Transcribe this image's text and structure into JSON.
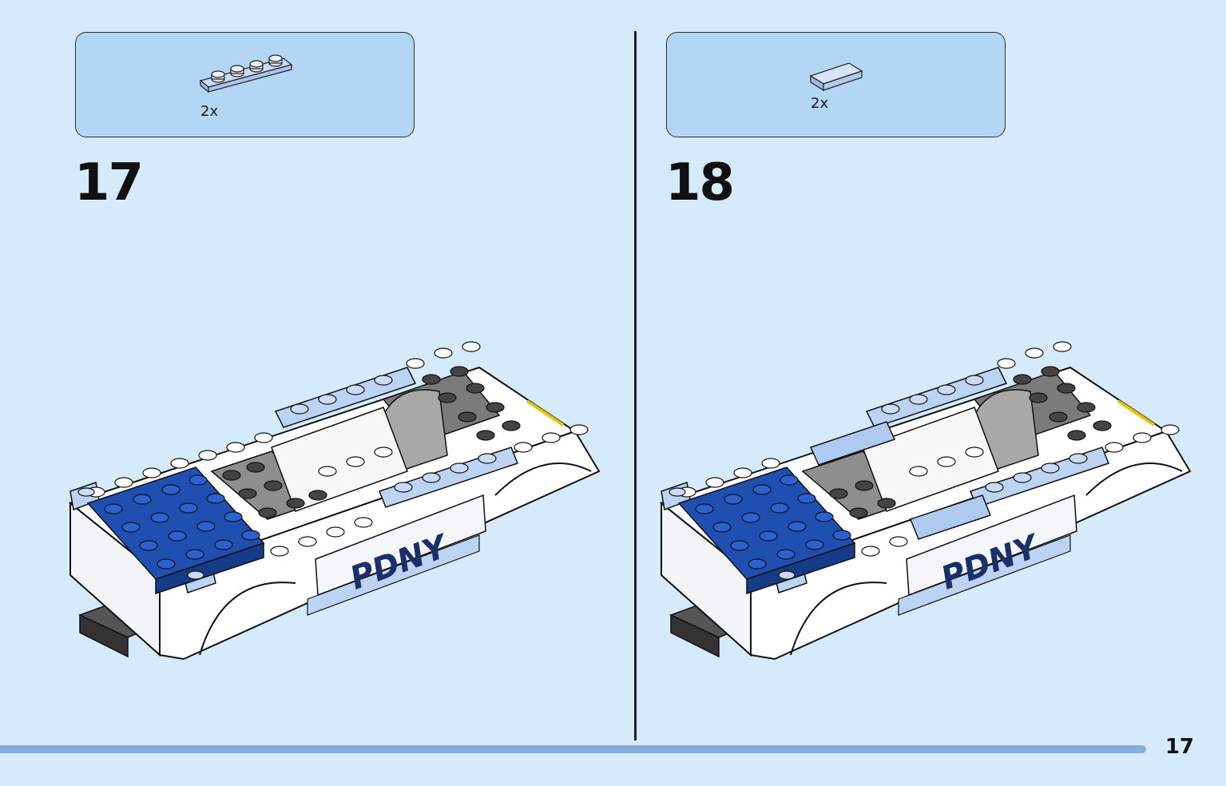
{
  "steps": [
    {
      "number": "17",
      "part_qty": "2x",
      "part_icon": "plate-1x4-icon",
      "part_color": "#bcd3f3"
    },
    {
      "number": "18",
      "part_qty": "2x",
      "part_icon": "tile-1x2-icon",
      "part_color": "#bcd3f3"
    }
  ],
  "model_label": "PDNY",
  "page_number": "17",
  "colors": {
    "background": "#d5ebfb",
    "parts_box": "#b3d6f5",
    "blue_plate": "#1f4fb0",
    "dark_gray": "#4a4a4a",
    "light_gray": "#a9a9a9",
    "white": "#ffffff",
    "light_blue": "#bcd3f3",
    "bar": "#85ade0"
  }
}
